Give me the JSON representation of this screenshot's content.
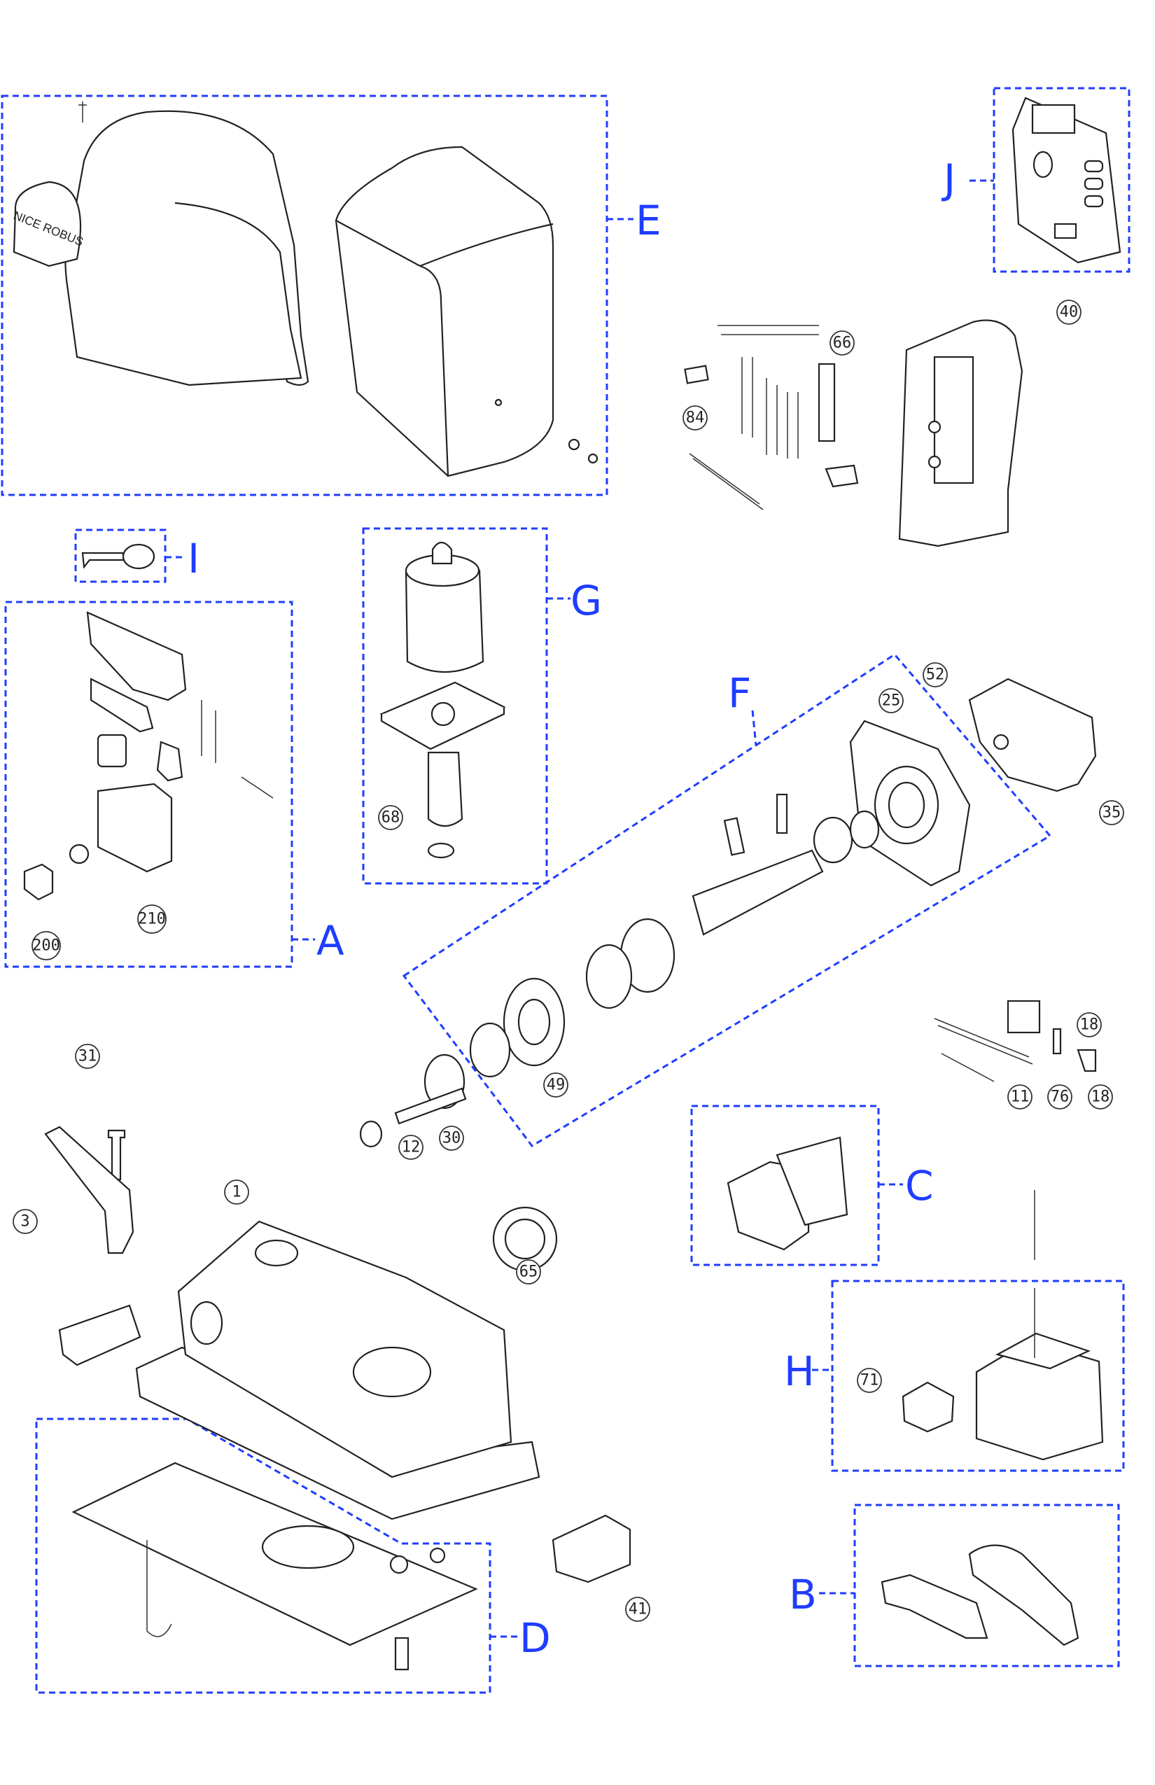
{
  "diagram": {
    "logo_text": "NICE ROBUS",
    "groups": {
      "E": "E",
      "J": "J",
      "I": "I",
      "G": "G",
      "A": "A",
      "F": "F",
      "C": "C",
      "H": "H",
      "B": "B",
      "D": "D"
    },
    "callouts": [
      "66",
      "40",
      "84",
      "52",
      "25",
      "35",
      "68",
      "210",
      "200",
      "18",
      "11",
      "76",
      "18",
      "49",
      "31",
      "30",
      "12",
      "1",
      "3",
      "65",
      "71",
      "41"
    ],
    "accent_color": "#1f3dff"
  }
}
